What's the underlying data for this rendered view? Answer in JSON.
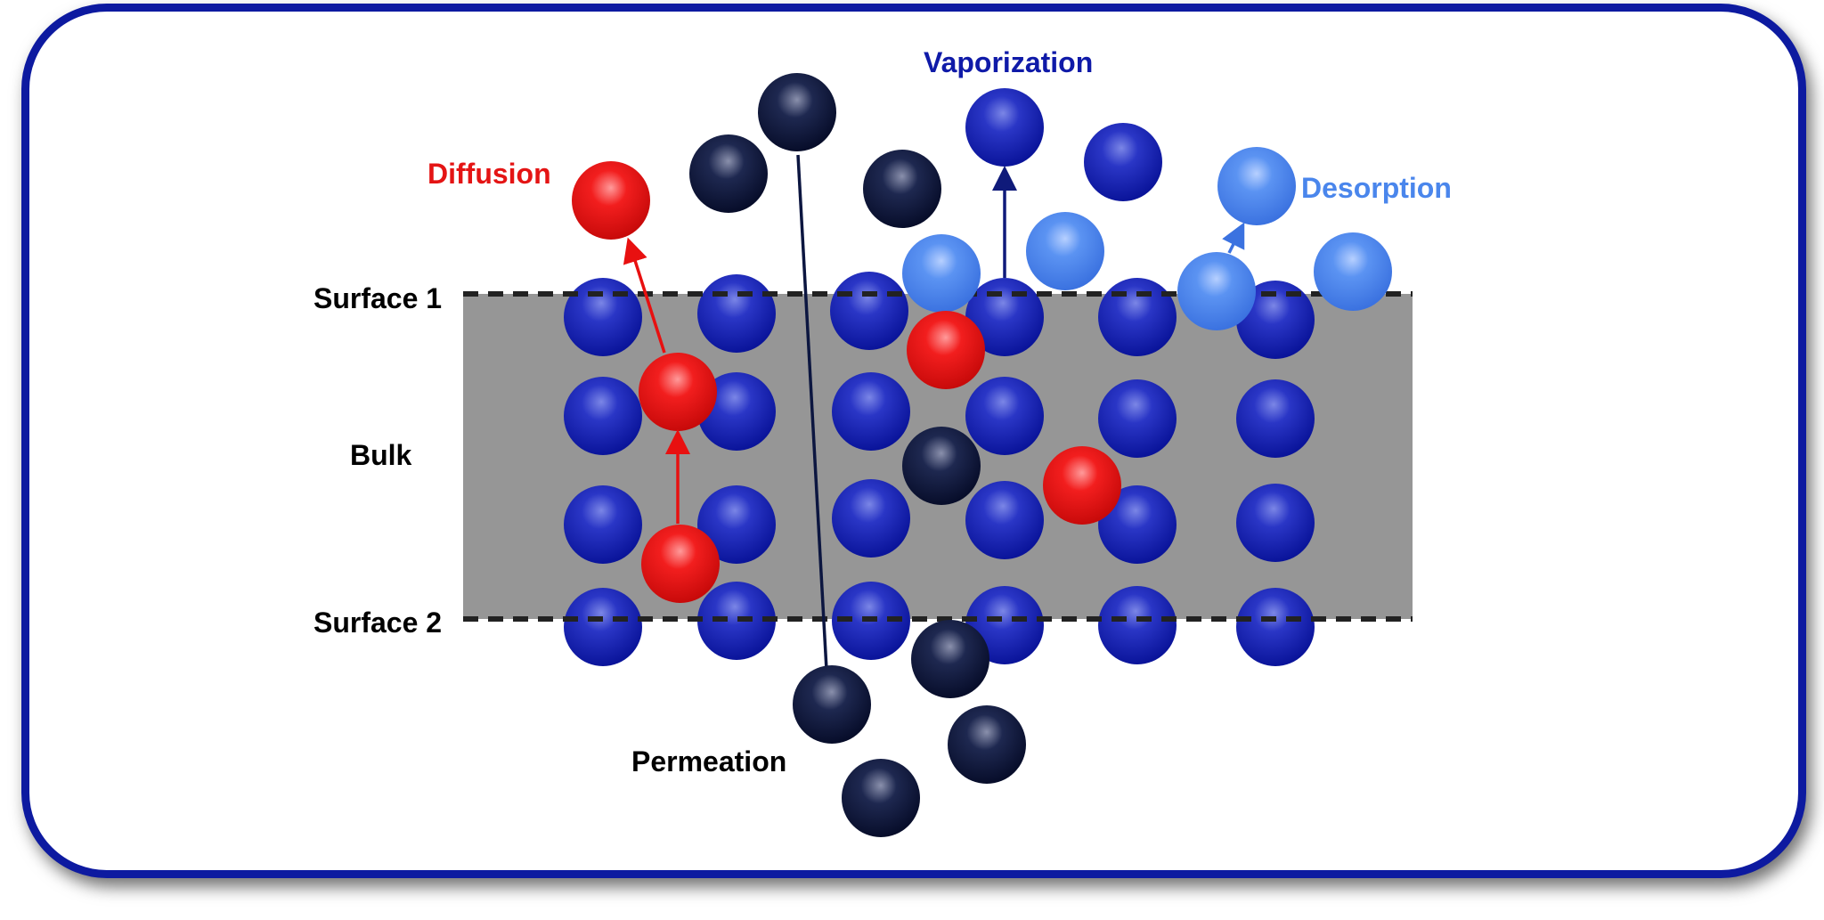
{
  "labels": {
    "surface1": "Surface 1",
    "surface2": "Surface 2",
    "bulk": "Bulk",
    "diffusion": "Diffusion",
    "vaporization": "Vaporization",
    "desorption": "Desorption",
    "permeation": "Permeation"
  },
  "colors": {
    "frame": "#0d1aa0",
    "bulk": "#969696",
    "lattice_atom": "#1320b4",
    "diffusing_atom": "#e81010",
    "permeating_atom": "#0c1640",
    "desorbing_atom": "#4a86f0",
    "diffusion_text": "#e41414",
    "vaporization_text": "#0f1aa8",
    "desorption_text": "#4a86ec",
    "plain_text": "#000000"
  }
}
